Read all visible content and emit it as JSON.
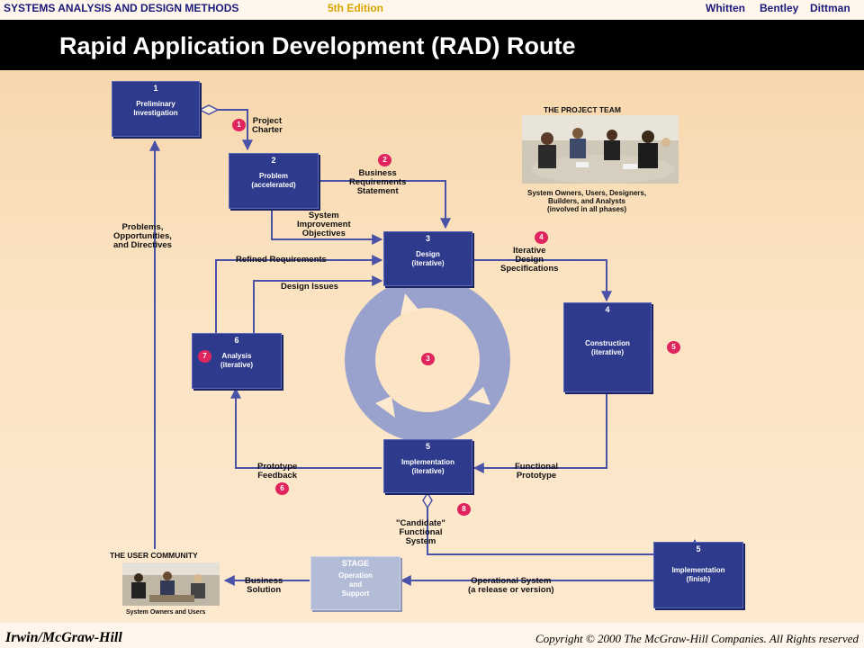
{
  "header": {
    "course": "SYSTEMS ANALYSIS AND DESIGN METHODS",
    "edition": "5th Edition",
    "authors": [
      "Whitten",
      "Bentley",
      "Dittman"
    ]
  },
  "slide_title": "Rapid Application Development (RAD) Route",
  "footer": {
    "publisher": "Irwin/McGraw-Hill",
    "copyright": "Copyright © 2000 The McGraw-Hill Companies. All Rights reserved"
  },
  "colors": {
    "box": "#2e3a8c",
    "arrow": "#4a52a8",
    "badge": "#e0245e",
    "stage": "#b3bcd6",
    "cycle": "#99a2cc"
  },
  "boxes": {
    "b1": {
      "num": "1",
      "name": "Preliminary\nInvestigation"
    },
    "b2": {
      "num": "2",
      "name": "Problem\n(accelerated)"
    },
    "b3": {
      "num": "3",
      "name": "Design\n(iterative)"
    },
    "b4": {
      "num": "4",
      "name": "Construction\n(iterative)"
    },
    "b5a": {
      "num": "5",
      "name": "Implementation\n(iterative)"
    },
    "b5b": {
      "num": "5",
      "name": "Implementation\n(finish)"
    },
    "b6": {
      "num": "6",
      "name": "Analysis\n(iterative)"
    },
    "stage": {
      "num": "STAGE",
      "name": "Operation\nand\nSupport"
    }
  },
  "labels": {
    "project_charter": "Project\nCharter",
    "business_req": "Business\nRequirements\nStatement",
    "sys_improvement": "System\nImprovement\nObjectives",
    "problems": "Problems,\nOpportunities,\nand Directives",
    "refined_req": "Refined Requirements",
    "design_issues": "Design Issues",
    "iterative_design": "Iterative\nDesign\nSpecifications",
    "functional_prototype": "Functional\nPrototype",
    "prototype_feedback": "Prototype\nFeedback",
    "candidate": "\"Candidate\"\nFunctional\nSystem",
    "operational_system": "Operational System\n(a release or version)",
    "business_solution": "Business\nSolution"
  },
  "badges": [
    "1",
    "2",
    "4",
    "5",
    "7",
    "3",
    "6",
    "8"
  ],
  "project_team": {
    "heading": "THE PROJECT TEAM",
    "caption": "System Owners, Users, Designers,\nBuilders, and Analysts\n(involved in all phases)"
  },
  "user_community": {
    "heading": "THE USER COMMUNITY",
    "caption": "System Owners and Users"
  }
}
